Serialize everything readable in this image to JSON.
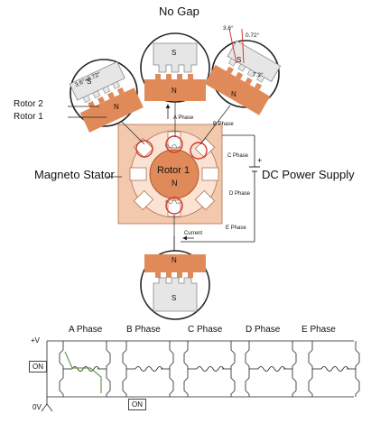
{
  "title": "No Gap",
  "labels": {
    "rotor2": "Rotor 2",
    "rotor1": "Rotor 1",
    "magneto_stator": "Magneto Stator",
    "dc_power_supply": "DC Power Supply",
    "center_rotor": "Rotor 1",
    "center_n": "N",
    "current": "Current",
    "plus": "+",
    "minus": "−"
  },
  "phases_stator": [
    "A Phase",
    "B Phase",
    "C Phase",
    "D Phase",
    "E Phase"
  ],
  "zoom_circles": {
    "left_angle": "3.6°+0.72°",
    "right_angle_1": "3.6°",
    "right_angle_2": "0.72°",
    "right_angle_3": "7.2°",
    "pole_s": "S",
    "pole_n": "N"
  },
  "circuit": {
    "phases": [
      "A Phase",
      "B Phase",
      "C Phase",
      "D Phase",
      "E Phase"
    ],
    "plus_v": "+V",
    "zero_v": "0V",
    "on_label_1": "ON",
    "on_label_2": "ON"
  },
  "colors": {
    "rotor_orange": "#e08a5a",
    "stator_peach": "#f3c9ad",
    "stator_light": "#fbe3d3",
    "highlight_red": "#d23a2a",
    "line": "#222222"
  }
}
